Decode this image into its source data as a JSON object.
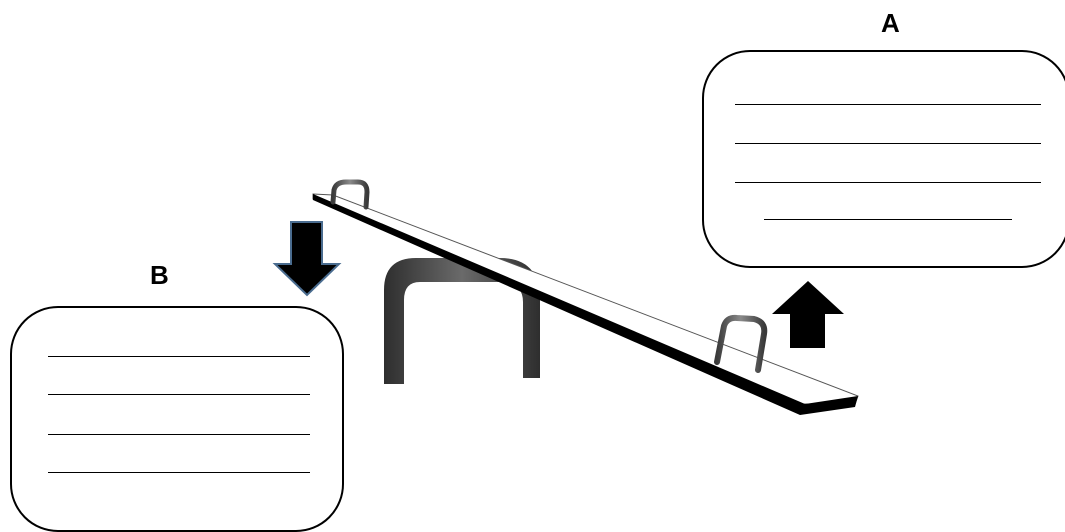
{
  "box_a": {
    "label": "A",
    "blank_lines": 4
  },
  "box_b": {
    "label": "B",
    "blank_lines": 4
  },
  "arrows": {
    "left_direction": "down",
    "right_direction": "up",
    "left_fill": "#000000",
    "left_outline": "#4a6c8f",
    "right_fill": "#000000"
  },
  "colors": {
    "board_top": "#ffffff",
    "board_side": "#000000",
    "frame": "#4a4a4a",
    "handle": "#555555"
  }
}
